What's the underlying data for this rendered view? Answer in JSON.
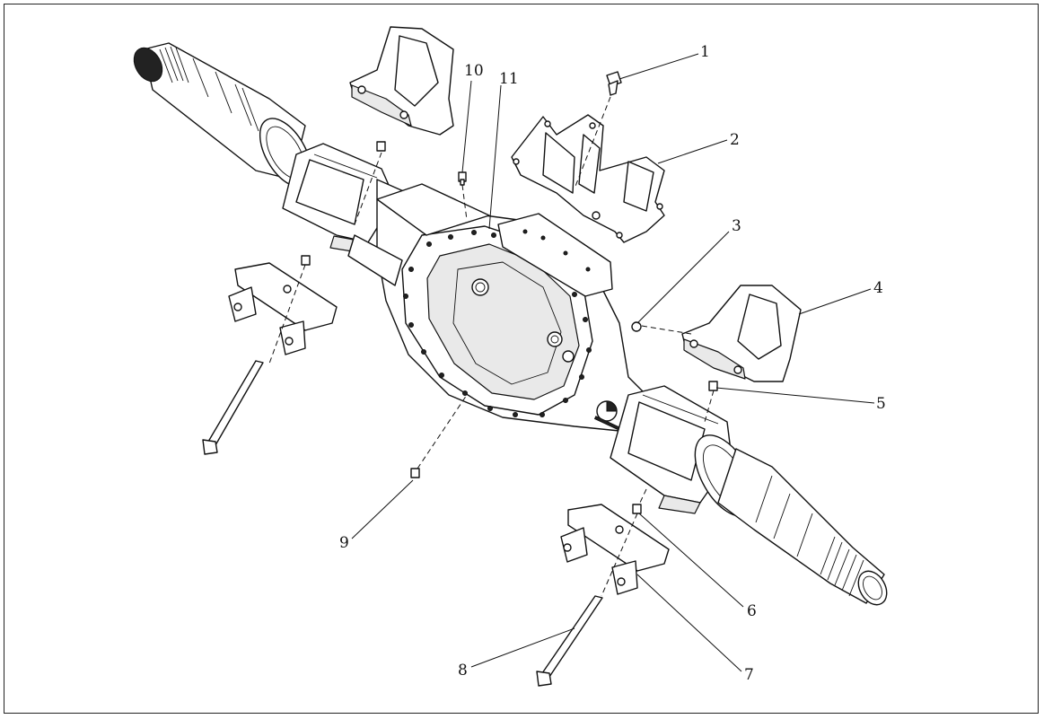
{
  "diagram": {
    "title": "",
    "callouts": [
      {
        "id": "1",
        "label": "1"
      },
      {
        "id": "2",
        "label": "2"
      },
      {
        "id": "3",
        "label": "3"
      },
      {
        "id": "4",
        "label": "4"
      },
      {
        "id": "5",
        "label": "5"
      },
      {
        "id": "6",
        "label": "6"
      },
      {
        "id": "7",
        "label": "7"
      },
      {
        "id": "8",
        "label": "8"
      },
      {
        "id": "9",
        "label": "9"
      },
      {
        "id": "10",
        "label": "10"
      },
      {
        "id": "11",
        "label": "11"
      }
    ]
  },
  "colors": {
    "line": "#111111",
    "background": "#ffffff",
    "hatch": "#e9e9e9"
  }
}
